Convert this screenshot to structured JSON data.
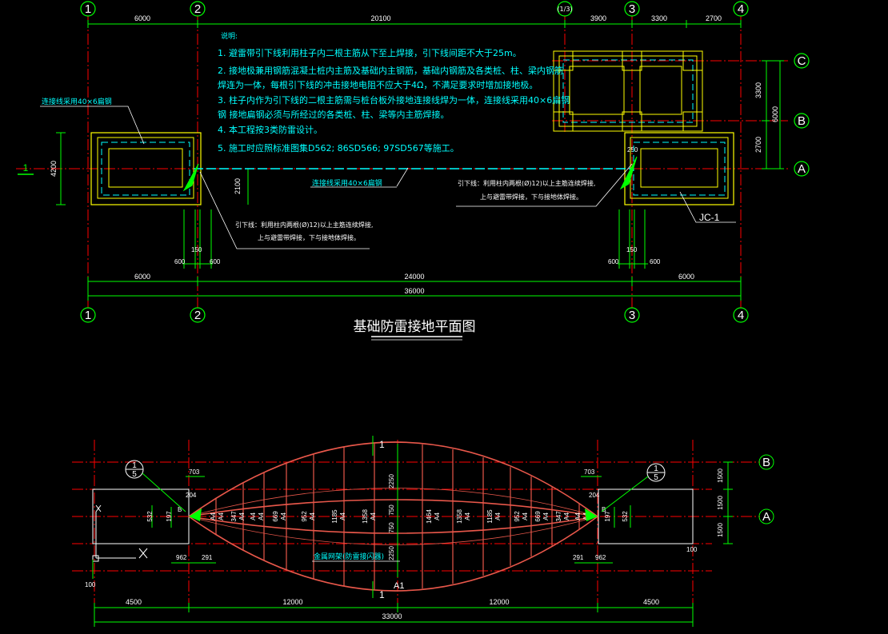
{
  "colors": {
    "background": "#000000",
    "axis": "#00ff00",
    "dim": "#00ff00",
    "note": "#00ffff",
    "struct": "#ffff00",
    "red": "#ff0000",
    "text": "#ffffff",
    "arch": "#e8574a"
  },
  "top_plan": {
    "axes_top": [
      "1",
      "2",
      "(1/3)",
      "3",
      "4"
    ],
    "axes_bottom": [
      "1",
      "2",
      "3",
      "4"
    ],
    "axes_right": [
      "C",
      "B",
      "A"
    ],
    "dims_top": [
      "6000",
      "20100",
      "3900",
      "3300",
      "2700"
    ],
    "dims_bottom_1": [
      "6000",
      "24000",
      "6000"
    ],
    "dim_total": "36000",
    "dims_right": [
      "3300",
      "2700"
    ],
    "dim_right_total": "6000",
    "dim_left": "4200",
    "dim_2100": "2100",
    "small_dims_left": [
      "600",
      "150",
      "600"
    ],
    "small_dims_right": [
      "600",
      "150",
      "600"
    ],
    "dim_250": "250",
    "section_mark": "1",
    "label_jc": "JC-1",
    "title": "基础防雷接地平面图",
    "notes_title": "说明:",
    "notes": [
      "1. 避雷带引下线利用柱子内二根主筋从下至上焊接，引下线间距不大于25m。",
      "2. 接地极兼用钢筋混凝土桩内主筋及基础内主钢筋，基础内钢筋及各类桩、柱、梁内钢筋",
      "    焊连为一体，每根引下线的冲击接地电阻不应大于4Ω，不满足要求时增加接地极。",
      "3. 柱子内作为引下线的二根主筋需与桩台板外接地连接线焊为一体，连接线采用40×6扁钢",
      "    钢  接地扁钢必须与所经过的各类桩、柱、梁等内主筋焊接。",
      "4. 本工程按3类防雷设计。",
      "5. 施工时应照标准图集D562; 86SD566; 97SD567等施工。"
    ],
    "label_flat_steel_left": "连接线采用40×6扁钢",
    "label_flat_steel_mid": "连接线采用40×6扁钢",
    "downlead_left": [
      "引下线：利用柱内两根(Ø)12)以上主筋连续焊接,",
      "上与避雷带焊接，下与接地体焊接。"
    ],
    "downlead_right": [
      "引下线：利用柱内两根(Ø)12)以上主筋连续焊接,",
      "上与避雷带焊接，下与接地体焊接。"
    ]
  },
  "bottom_plan": {
    "axes_right": [
      "B",
      "A"
    ],
    "dims_right": [
      "1500",
      "1500",
      "1500"
    ],
    "dims_bottom": [
      "4500",
      "12000",
      "12000",
      "4500"
    ],
    "dim_total": "33000",
    "rib_labels": [
      "347",
      "669",
      "952",
      "1185",
      "1358",
      "1464",
      "1464",
      "1358",
      "1185",
      "952",
      "669",
      "347"
    ],
    "a4": "A4",
    "center_dims": [
      "2250",
      "750",
      "750",
      "2250"
    ],
    "side_dims": [
      "703",
      "204",
      "197",
      "532",
      "962",
      "291"
    ],
    "callout_num": "1",
    "callout_den": "5",
    "mark_100": "100",
    "section_mark": "1",
    "a1": "A1",
    "b_mark": "B",
    "label_net": "金属网架(防雷接闪器)"
  }
}
